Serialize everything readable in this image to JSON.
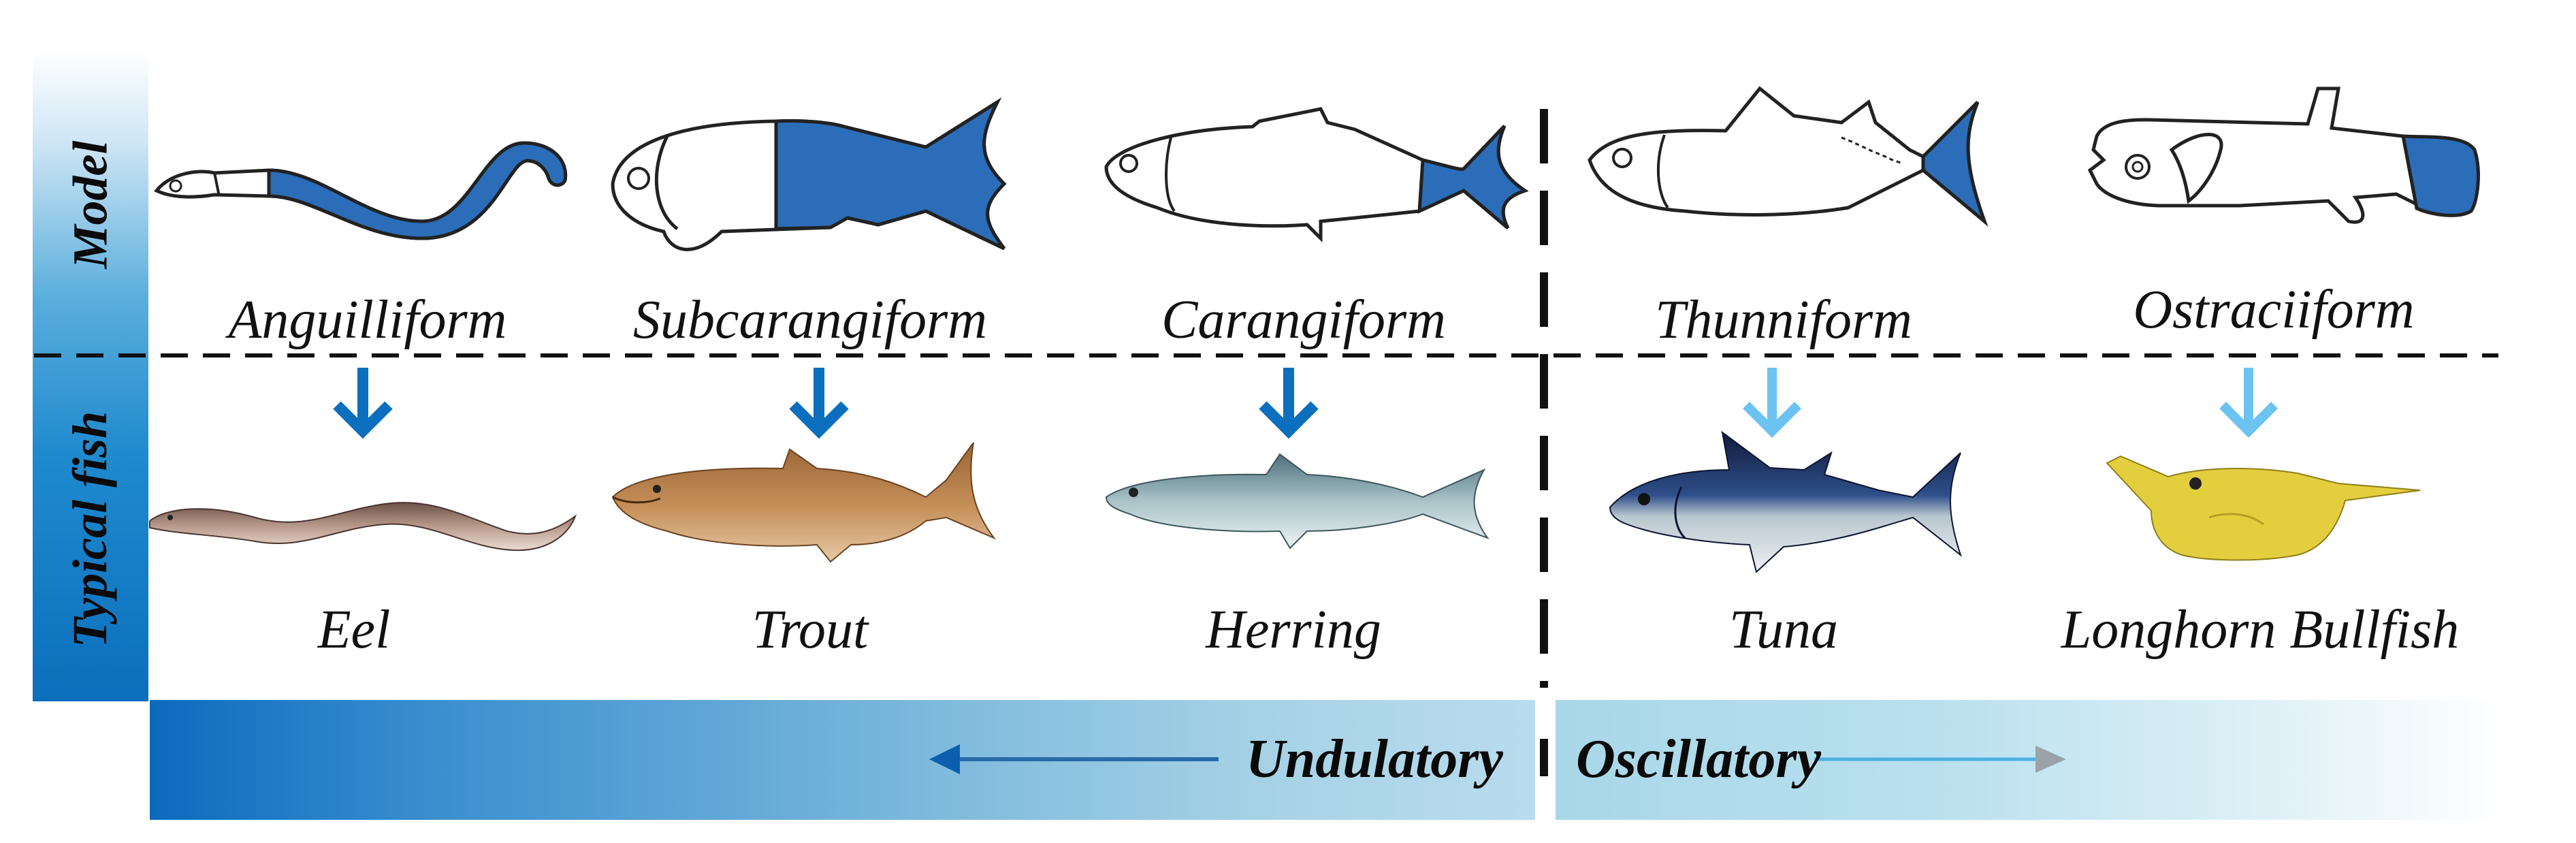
{
  "rows": {
    "model": "Model",
    "typical": "Typical fish"
  },
  "models": [
    {
      "name": "Anguilliform",
      "fish": "Eel",
      "arrow_color": "#0b6fbe"
    },
    {
      "name": "Subcarangiform",
      "fish": "Trout",
      "arrow_color": "#0b6fbe"
    },
    {
      "name": "Carangiform",
      "fish": "Herring",
      "arrow_color": "#0b6fbe"
    },
    {
      "name": "Thunniform",
      "fish": "Tuna",
      "arrow_color": "#6cc3f2"
    },
    {
      "name": "Ostraciiform",
      "fish": "Longhorn Bullfish",
      "arrow_color": "#6cc3f2"
    }
  ],
  "modes": {
    "left": "Undulatory",
    "right": "Oscillatory"
  },
  "colors": {
    "body_fill": "#2b6db8",
    "dark_blue": "#0b6fbe",
    "light_blue": "#6cc3f2",
    "gray_arrow": "#9aa3aa"
  }
}
